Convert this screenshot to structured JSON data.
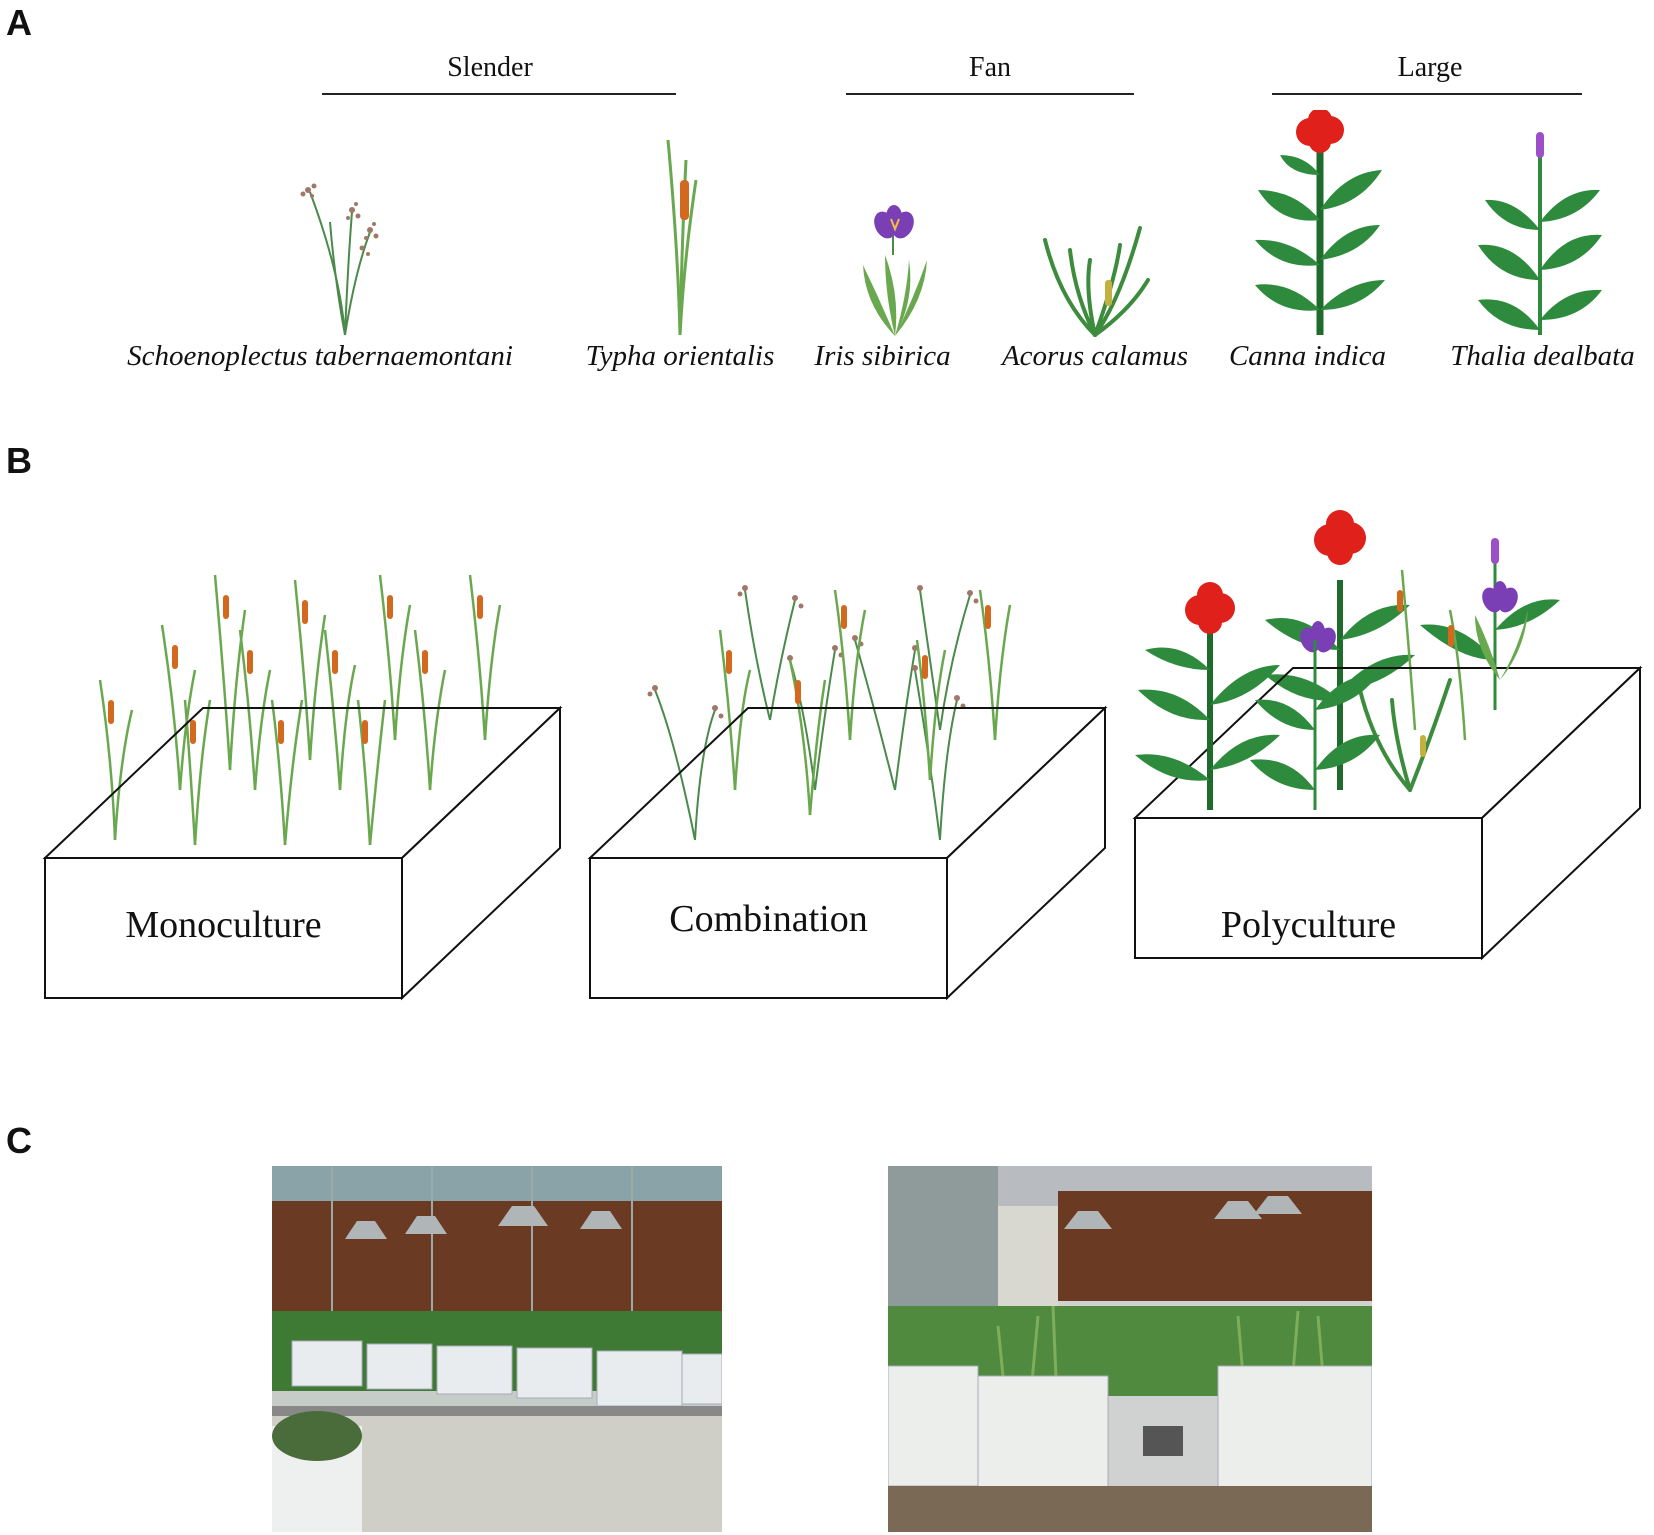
{
  "panels": {
    "a": "A",
    "b": "B",
    "c": "C"
  },
  "groups": [
    {
      "label": "Slender"
    },
    {
      "label": "Fan"
    },
    {
      "label": "Large"
    }
  ],
  "species": [
    {
      "name": "Schoenoplectus tabernaemontani",
      "icon": "bulrush-icon"
    },
    {
      "name": "Typha orientalis",
      "icon": "cattail-icon"
    },
    {
      "name": "Iris sibirica",
      "icon": "iris-icon"
    },
    {
      "name": "Acorus calamus",
      "icon": "sweetflag-icon"
    },
    {
      "name": "Canna indica",
      "icon": "canna-icon"
    },
    {
      "name": "Thalia dealbata",
      "icon": "thalia-icon"
    }
  ],
  "treatments": [
    {
      "label": "Monoculture"
    },
    {
      "label": "Combination"
    },
    {
      "label": "Polyculture"
    }
  ],
  "colors": {
    "leaf": "#2e8b3e",
    "leaf_dark": "#1e6b2c",
    "cattail_spike": "#d2691e",
    "iris_flower": "#7b3fb5",
    "canna_flower": "#e0201a",
    "thalia_flower": "#9b4fc8",
    "bulrush_seed": "#a0786a"
  }
}
